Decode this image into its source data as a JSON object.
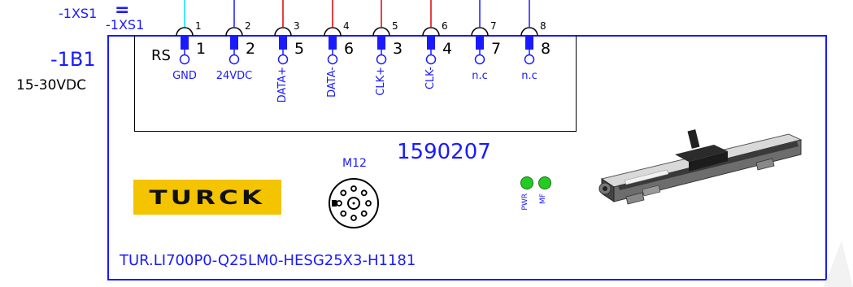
{
  "device": {
    "terminal_ref": "-1XS1",
    "terminal_ref_eq": "=",
    "terminal_name": "-1XS1",
    "device_ref": "-1B1",
    "voltage": "15-30VDC",
    "plug_label": "RS",
    "part_number": "1590207",
    "connector_type": "M12",
    "brand": "TURCK",
    "model": "TUR.LI700P0-Q25LM0-HESG25X3-H1181"
  },
  "pins": [
    {
      "terminal": "1",
      "pin": "1",
      "signal": "GND",
      "wire_color": "#00e5ff",
      "vertical": false
    },
    {
      "terminal": "2",
      "pin": "2",
      "signal": "24VDC",
      "wire_color": "#1a1aff",
      "vertical": false
    },
    {
      "terminal": "3",
      "pin": "5",
      "signal": "DATA+",
      "wire_color": "#e00000",
      "vertical": true
    },
    {
      "terminal": "4",
      "pin": "6",
      "signal": "DATA-",
      "wire_color": "#e00000",
      "vertical": true
    },
    {
      "terminal": "5",
      "pin": "3",
      "signal": "CLK+",
      "wire_color": "#e00000",
      "vertical": true
    },
    {
      "terminal": "6",
      "pin": "4",
      "signal": "CLK-",
      "wire_color": "#e00000",
      "vertical": true
    },
    {
      "terminal": "7",
      "pin": "7",
      "signal": "n.c",
      "wire_color": "#1a1aff",
      "vertical": false
    },
    {
      "terminal": "8",
      "pin": "8",
      "signal": "n.c",
      "wire_color": "#1a1aff",
      "vertical": false
    }
  ],
  "leds": [
    {
      "label": "PWR",
      "color": "#22cc22"
    },
    {
      "label": "MF",
      "color": "#22cc22"
    }
  ],
  "colors": {
    "outline": "#1a1aff",
    "brand_bg": "#f5c400",
    "brand_text": "#111111"
  }
}
